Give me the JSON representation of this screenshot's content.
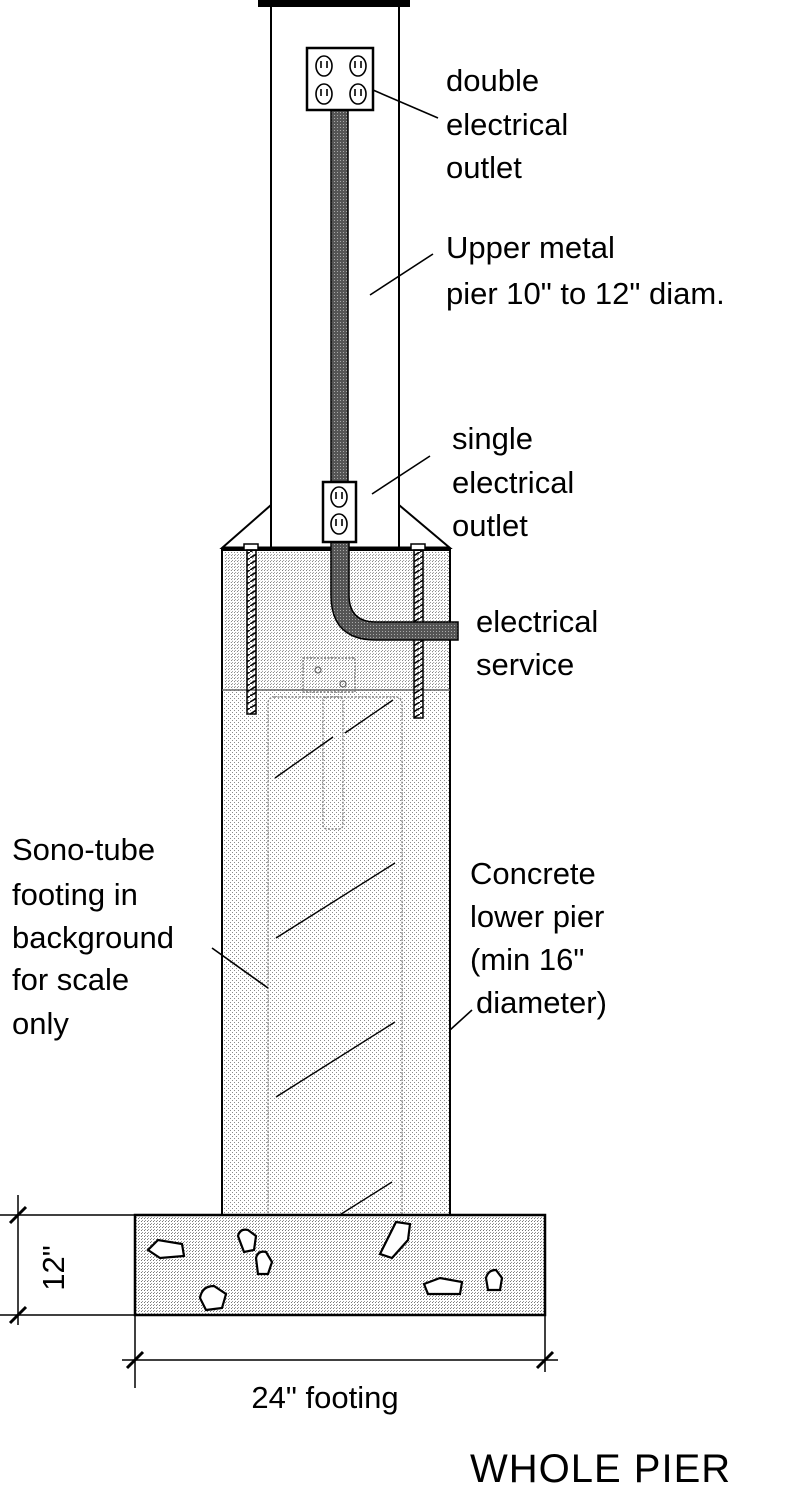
{
  "diagram": {
    "title": "WHOLE  PIER",
    "labels": {
      "double_outlet": [
        "double",
        "electrical",
        "outlet"
      ],
      "upper_pier": [
        "Upper metal",
        "pier 10\" to 12\" diam."
      ],
      "single_outlet": [
        "single",
        "electrical",
        "outlet"
      ],
      "service": [
        "electrical",
        "service"
      ],
      "sonotube": [
        "Sono-tube",
        "footing in",
        "background",
        "for scale",
        "only"
      ],
      "concrete": [
        "Concrete",
        "lower pier",
        "(min 16\"",
        "diameter)"
      ]
    },
    "dimensions": {
      "footing_height": "12\"",
      "footing_width": "24\" footing"
    },
    "colors": {
      "ink": "#000000",
      "paper": "#ffffff",
      "stipple": "#9a9a9a"
    }
  }
}
